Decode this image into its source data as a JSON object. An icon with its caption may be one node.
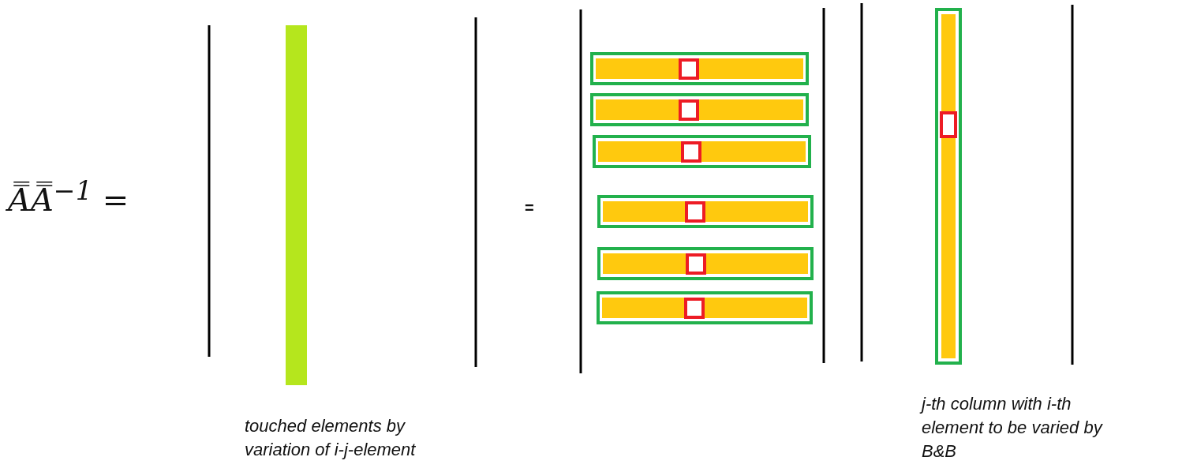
{
  "diagram": {
    "labels": [
      "A̿A̿$^{−1}$ =",
      "=",
      "touched elements by variation of i-j-element",
      "j-th column with i-th element to be varied by B&B"
    ]
  }
}
